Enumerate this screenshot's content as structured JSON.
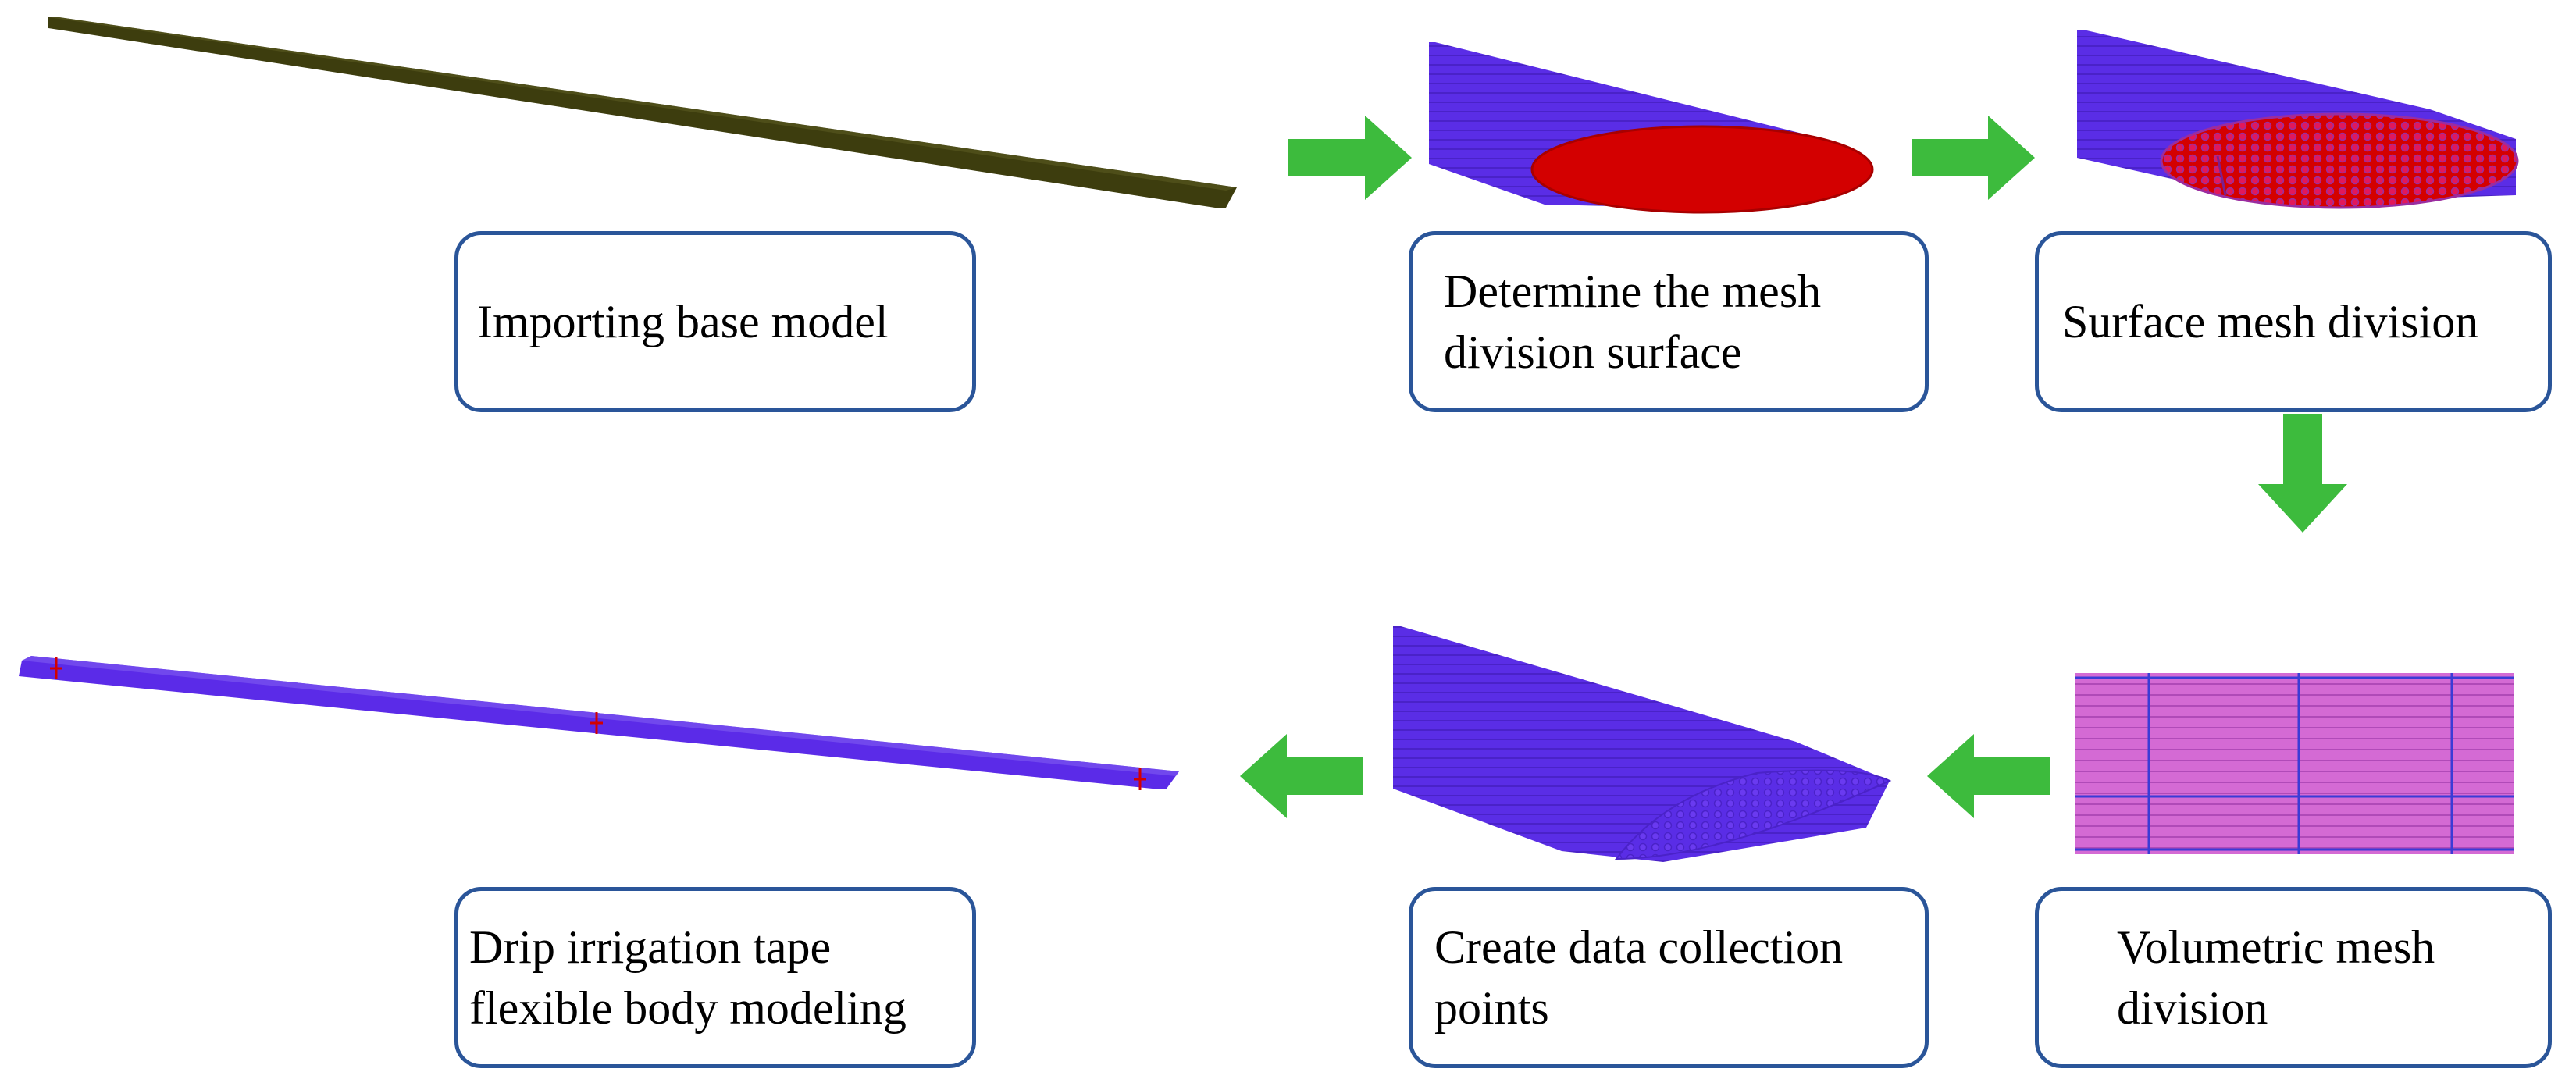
{
  "steps": [
    {
      "id": "import",
      "lines": [
        "Importing base model"
      ]
    },
    {
      "id": "determine",
      "lines": [
        "Determine the mesh",
        "division surface"
      ]
    },
    {
      "id": "surface",
      "lines": [
        "Surface mesh division"
      ]
    },
    {
      "id": "volumetric",
      "lines": [
        "Volumetric mesh",
        "division"
      ]
    },
    {
      "id": "collect",
      "lines": [
        "Create data collection",
        "points"
      ]
    },
    {
      "id": "flexible",
      "lines": [
        "Drip irrigation tape",
        "flexible body modeling"
      ]
    }
  ],
  "colors": {
    "box_border": "#2a5599",
    "arrow": "#3dbb3d",
    "tape_base": "#3d3d0e",
    "tape_purple": "#5b2be8",
    "cross_section_red": "#d30000",
    "mesh_pink": "#d46ad4",
    "mesh_line": "#3b3bd6"
  },
  "icons": {
    "arrows": [
      "arrow-right-icon",
      "arrow-right-icon",
      "arrow-down-icon",
      "arrow-left-icon",
      "arrow-left-icon"
    ]
  }
}
